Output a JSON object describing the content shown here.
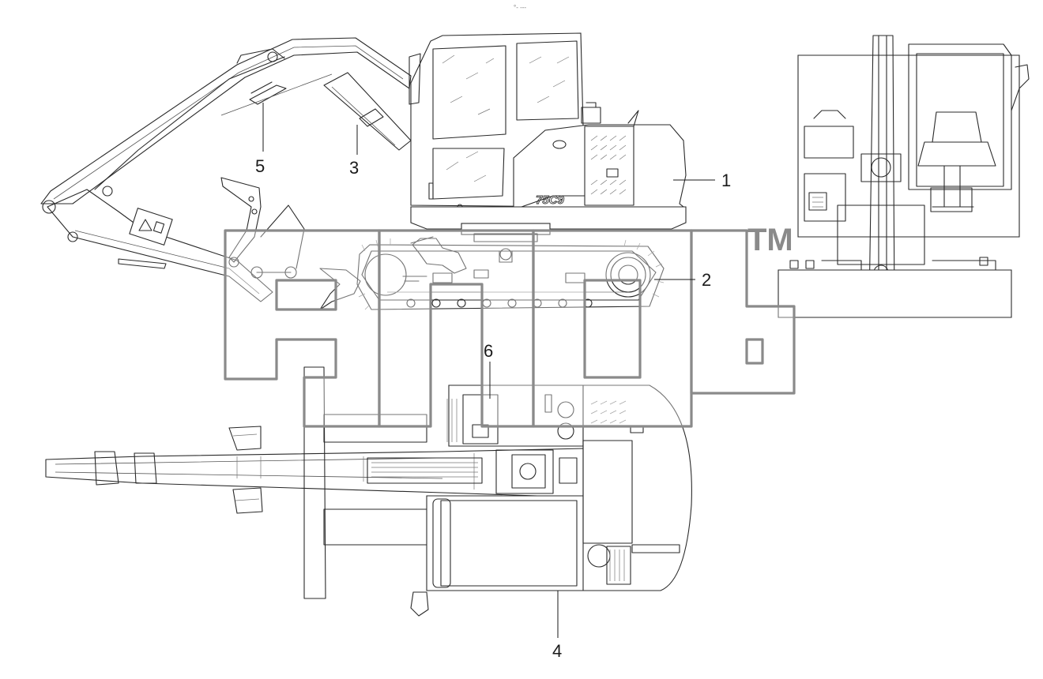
{
  "header": {
    "text": "°- ---"
  },
  "watermark": {
    "trademark": "TM"
  },
  "model_badge": "75C9",
  "callouts": [
    {
      "id": "c1",
      "label": "1"
    },
    {
      "id": "c2",
      "label": "2"
    },
    {
      "id": "c3",
      "label": "3"
    },
    {
      "id": "c4",
      "label": "4"
    },
    {
      "id": "c5",
      "label": "5"
    },
    {
      "id": "c6",
      "label": "6"
    }
  ],
  "colors": {
    "line": "#2a2a2a",
    "watermark": "#8a8a8a",
    "background": "#ffffff"
  }
}
